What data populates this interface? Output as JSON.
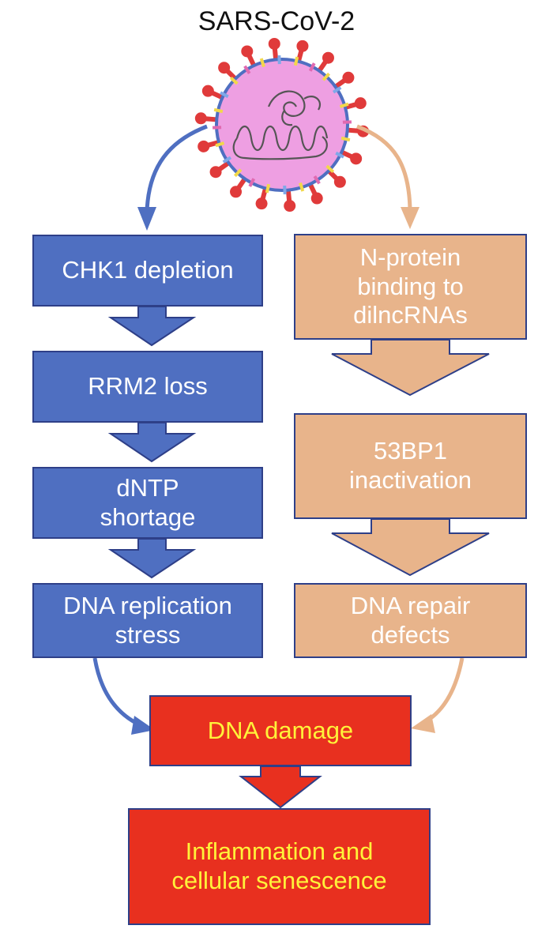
{
  "title": "SARS-CoV-2",
  "colors": {
    "left_path": "#4F6FC1",
    "right_path": "#E8B48B",
    "outcome": "#E8301F",
    "outcome_text": "#FFF23A",
    "virus_body": "#EE9FE2",
    "spike": "#E03A3A"
  },
  "icons": {
    "virus": "sars-cov-2-virion"
  },
  "left_path": {
    "box1": "CHK1 depletion",
    "box2": "RRM2 loss",
    "box3": "dNTP\nshortage",
    "box4": "DNA replication\nstress"
  },
  "right_path": {
    "box1": "N-protein\nbinding to\ndilncRNAs",
    "box2": "53BP1\ninactivation",
    "box3": "DNA repair\ndefects"
  },
  "outcome": {
    "damage": "DNA damage",
    "final": "Inflammation and\ncellular senescence"
  }
}
